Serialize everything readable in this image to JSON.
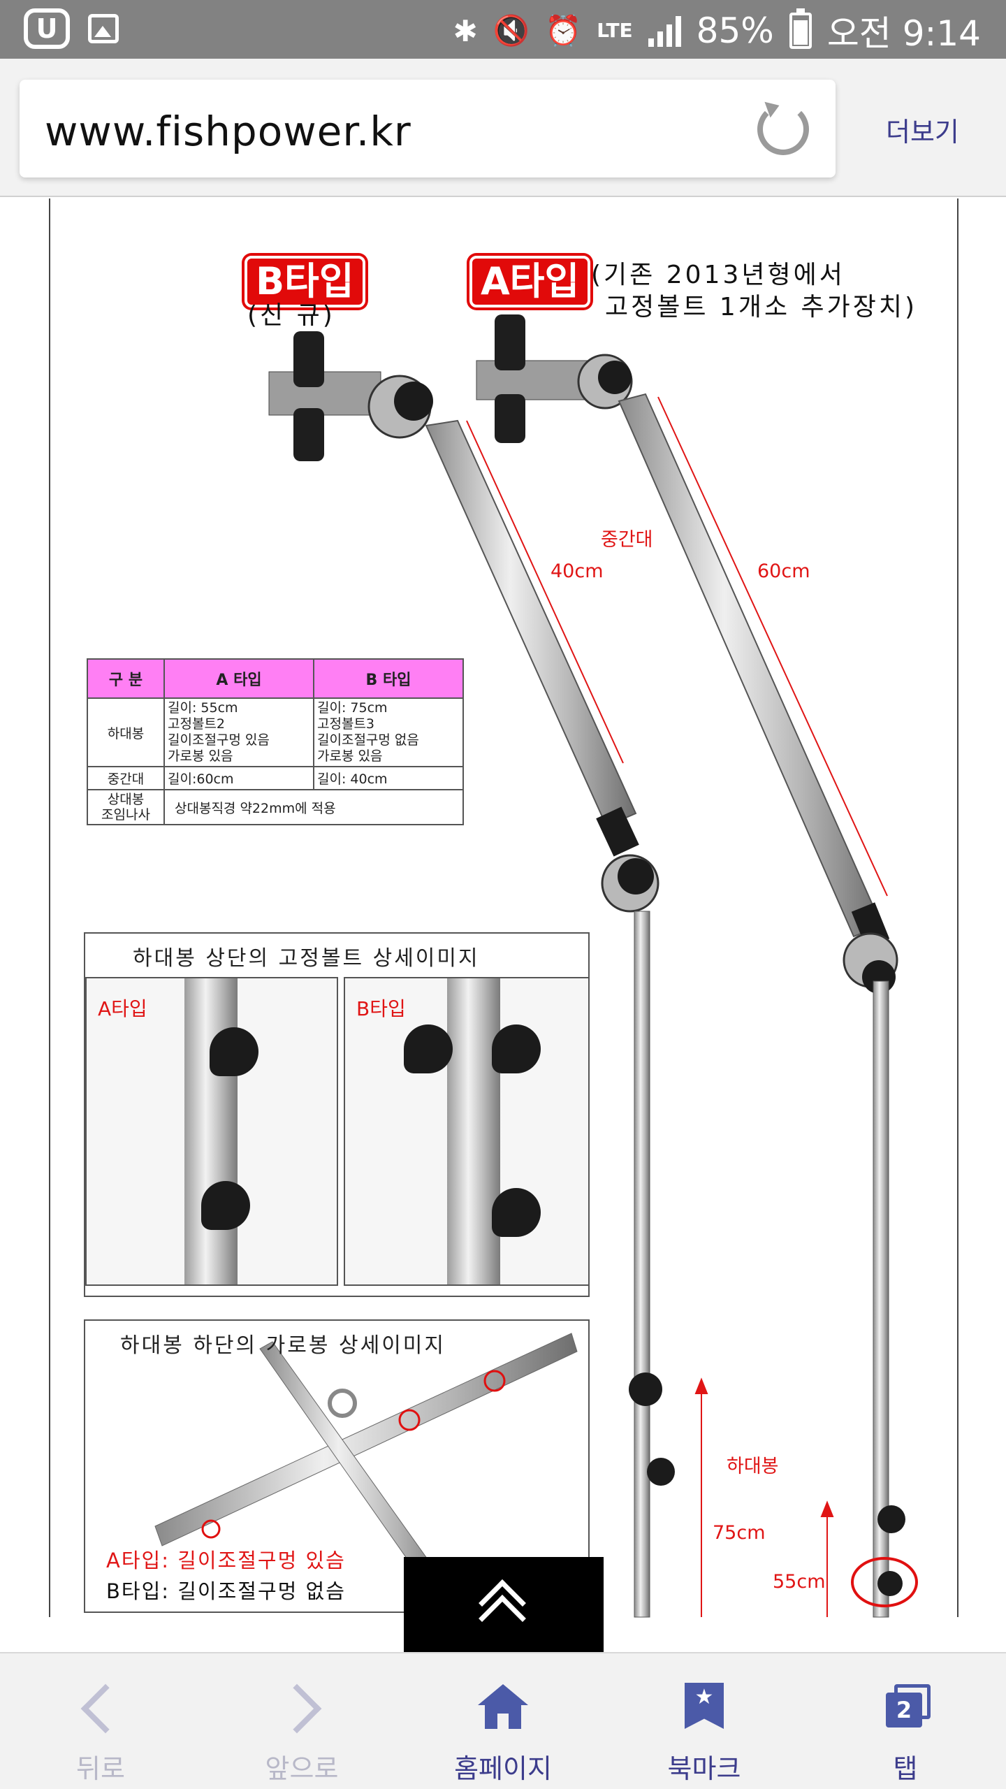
{
  "status_bar": {
    "app_badge": "U",
    "network": "LTE",
    "battery": "85%",
    "time": "오전 9:14"
  },
  "browser": {
    "url": "www.fishpower.kr",
    "more_label": "더보기"
  },
  "content": {
    "b_type_badge": "B타입",
    "b_type_note": "(신 규)",
    "a_type_badge": "A타입",
    "a_type_note_1": "(기존 2013년형에서",
    "a_type_note_2": "고정볼트 1개소 추가장치)",
    "label_middle": "중간대",
    "label_40": "40cm",
    "label_60": "60cm",
    "label_lower": "하대봉",
    "label_75": "75cm",
    "label_55": "55cm",
    "spec_table": {
      "headers": [
        "구 분",
        "A 타입",
        "B 타입"
      ],
      "rows": [
        {
          "name": "하대봉",
          "a": "길이: 55cm\n고정볼트2\n길이조절구멍 있음\n가로봉 있음",
          "b": "길이: 75cm\n고정볼트3\n길이조절구멍 없음\n가로봉 있음"
        },
        {
          "name": "중간대",
          "a": "길이:60cm",
          "b": "길이: 40cm"
        },
        {
          "name": "상대봉\n조임나사",
          "a": "상대봉직경 약22mm에 적용"
        }
      ]
    },
    "detail_top_title": "하대봉 상단의 고정볼트 상세이미지",
    "detail_a_label": "A타입",
    "detail_b_label": "B타입",
    "detail_bottom_title": "하대봉 하단의 가로봉 상세이미지",
    "detail_bottom_a": "A타입: 길이조절구멍 있슴",
    "detail_bottom_b": "B타입: 길이조절구멍 없슴"
  },
  "bottom_nav": {
    "back": "뒤로",
    "forward": "앞으로",
    "home": "홈페이지",
    "bookmark": "북마크",
    "tabs": "탭",
    "tab_count": "2"
  }
}
